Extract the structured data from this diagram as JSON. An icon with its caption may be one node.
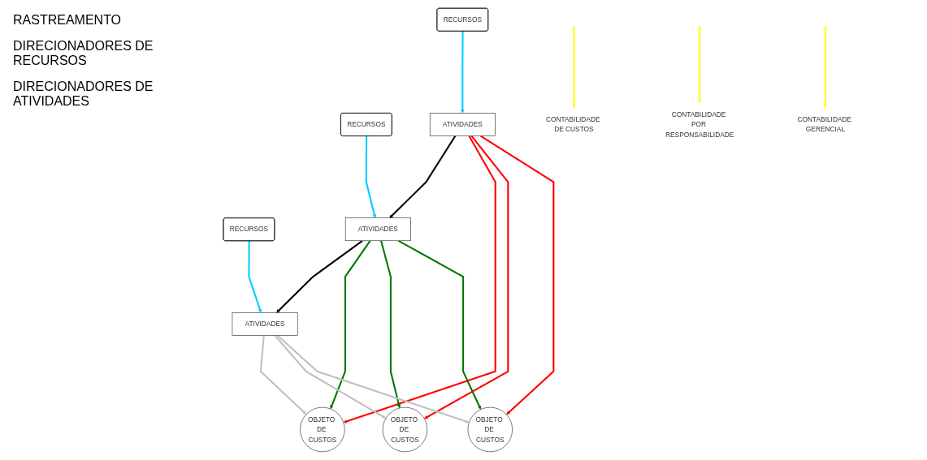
{
  "diagram": {
    "nodes": [
      {
        "text": [
          "RECURSOS"
        ]
      },
      {
        "text": [
          "RECURSOS"
        ]
      },
      {
        "text": [
          "RECURSOS"
        ]
      },
      {
        "text": [
          "ATIVIDADES"
        ]
      },
      {
        "text": [
          "ATIVIDADES"
        ]
      },
      {
        "text": [
          "ATIVIDADES"
        ]
      },
      {
        "text": [
          "OBJETO DE CUSTOS"
        ]
      },
      {
        "text": [
          "OBJETO DE CUSTOS"
        ]
      },
      {
        "text": [
          "OBJETO DE CUSTOS"
        ]
      },
      {
        "text": [
          "CONTABILIDADE DE CUSTOS"
        ]
      },
      {
        "text": [
          "CONTABILIDADE POR RESPONSABILIDADE"
        ]
      },
      {
        "text": [
          "CONTABILIDADE GERENCIAL"
        ]
      }
    ],
    "edges": [
      {
        "from": 0,
        "to": 3,
        "arrow": "to",
        "color": "#00ccff"
      },
      {
        "from": 1,
        "to": 4,
        "arrow": "to",
        "color": "#00ccff"
      },
      {
        "from": 2,
        "to": 5,
        "arrow": "to",
        "color": "#00ccff"
      },
      {
        "from": 3,
        "to": 4,
        "arrow": "to",
        "color": "#000000"
      },
      {
        "from": 4,
        "to": 5,
        "arrow": "to",
        "color": "#000000"
      },
      {
        "from": 3,
        "to": 6,
        "arrow": "to",
        "color": "#ff0000"
      },
      {
        "from": 3,
        "to": 7,
        "arrow": "to",
        "color": "#ff0000"
      },
      {
        "from": 3,
        "to": 8,
        "arrow": "to",
        "color": "#ff0000"
      },
      {
        "from": 4,
        "to": 6,
        "arrow": "to",
        "color": "#007700"
      },
      {
        "from": 4,
        "to": 7,
        "arrow": "to",
        "color": "#007700"
      },
      {
        "from": 4,
        "to": 8,
        "arrow": "to",
        "color": "#007700"
      },
      {
        "from": 5,
        "to": 6,
        "arrow": "to",
        "color": "#c0c0c0"
      },
      {
        "from": 5,
        "to": 7,
        "arrow": "to",
        "color": "#c0c0c0"
      },
      {
        "from": 5,
        "to": 8,
        "arrow": "to",
        "color": "#c0c0c0"
      },
      {
        "from": null,
        "to": 9,
        "arrow": "to",
        "color": "#ffff00"
      },
      {
        "from": null,
        "to": 10,
        "arrow": "to",
        "color": "#ffff00"
      },
      {
        "from": null,
        "to": 11,
        "arrow": "to",
        "color": "#ffff00"
      }
    ],
    "labels": [
      "RASTREAMENTO",
      "DIRECIONADORES DE RECURSOS",
      "DIRECIONADORES DE ATIVIDADES"
    ]
  }
}
